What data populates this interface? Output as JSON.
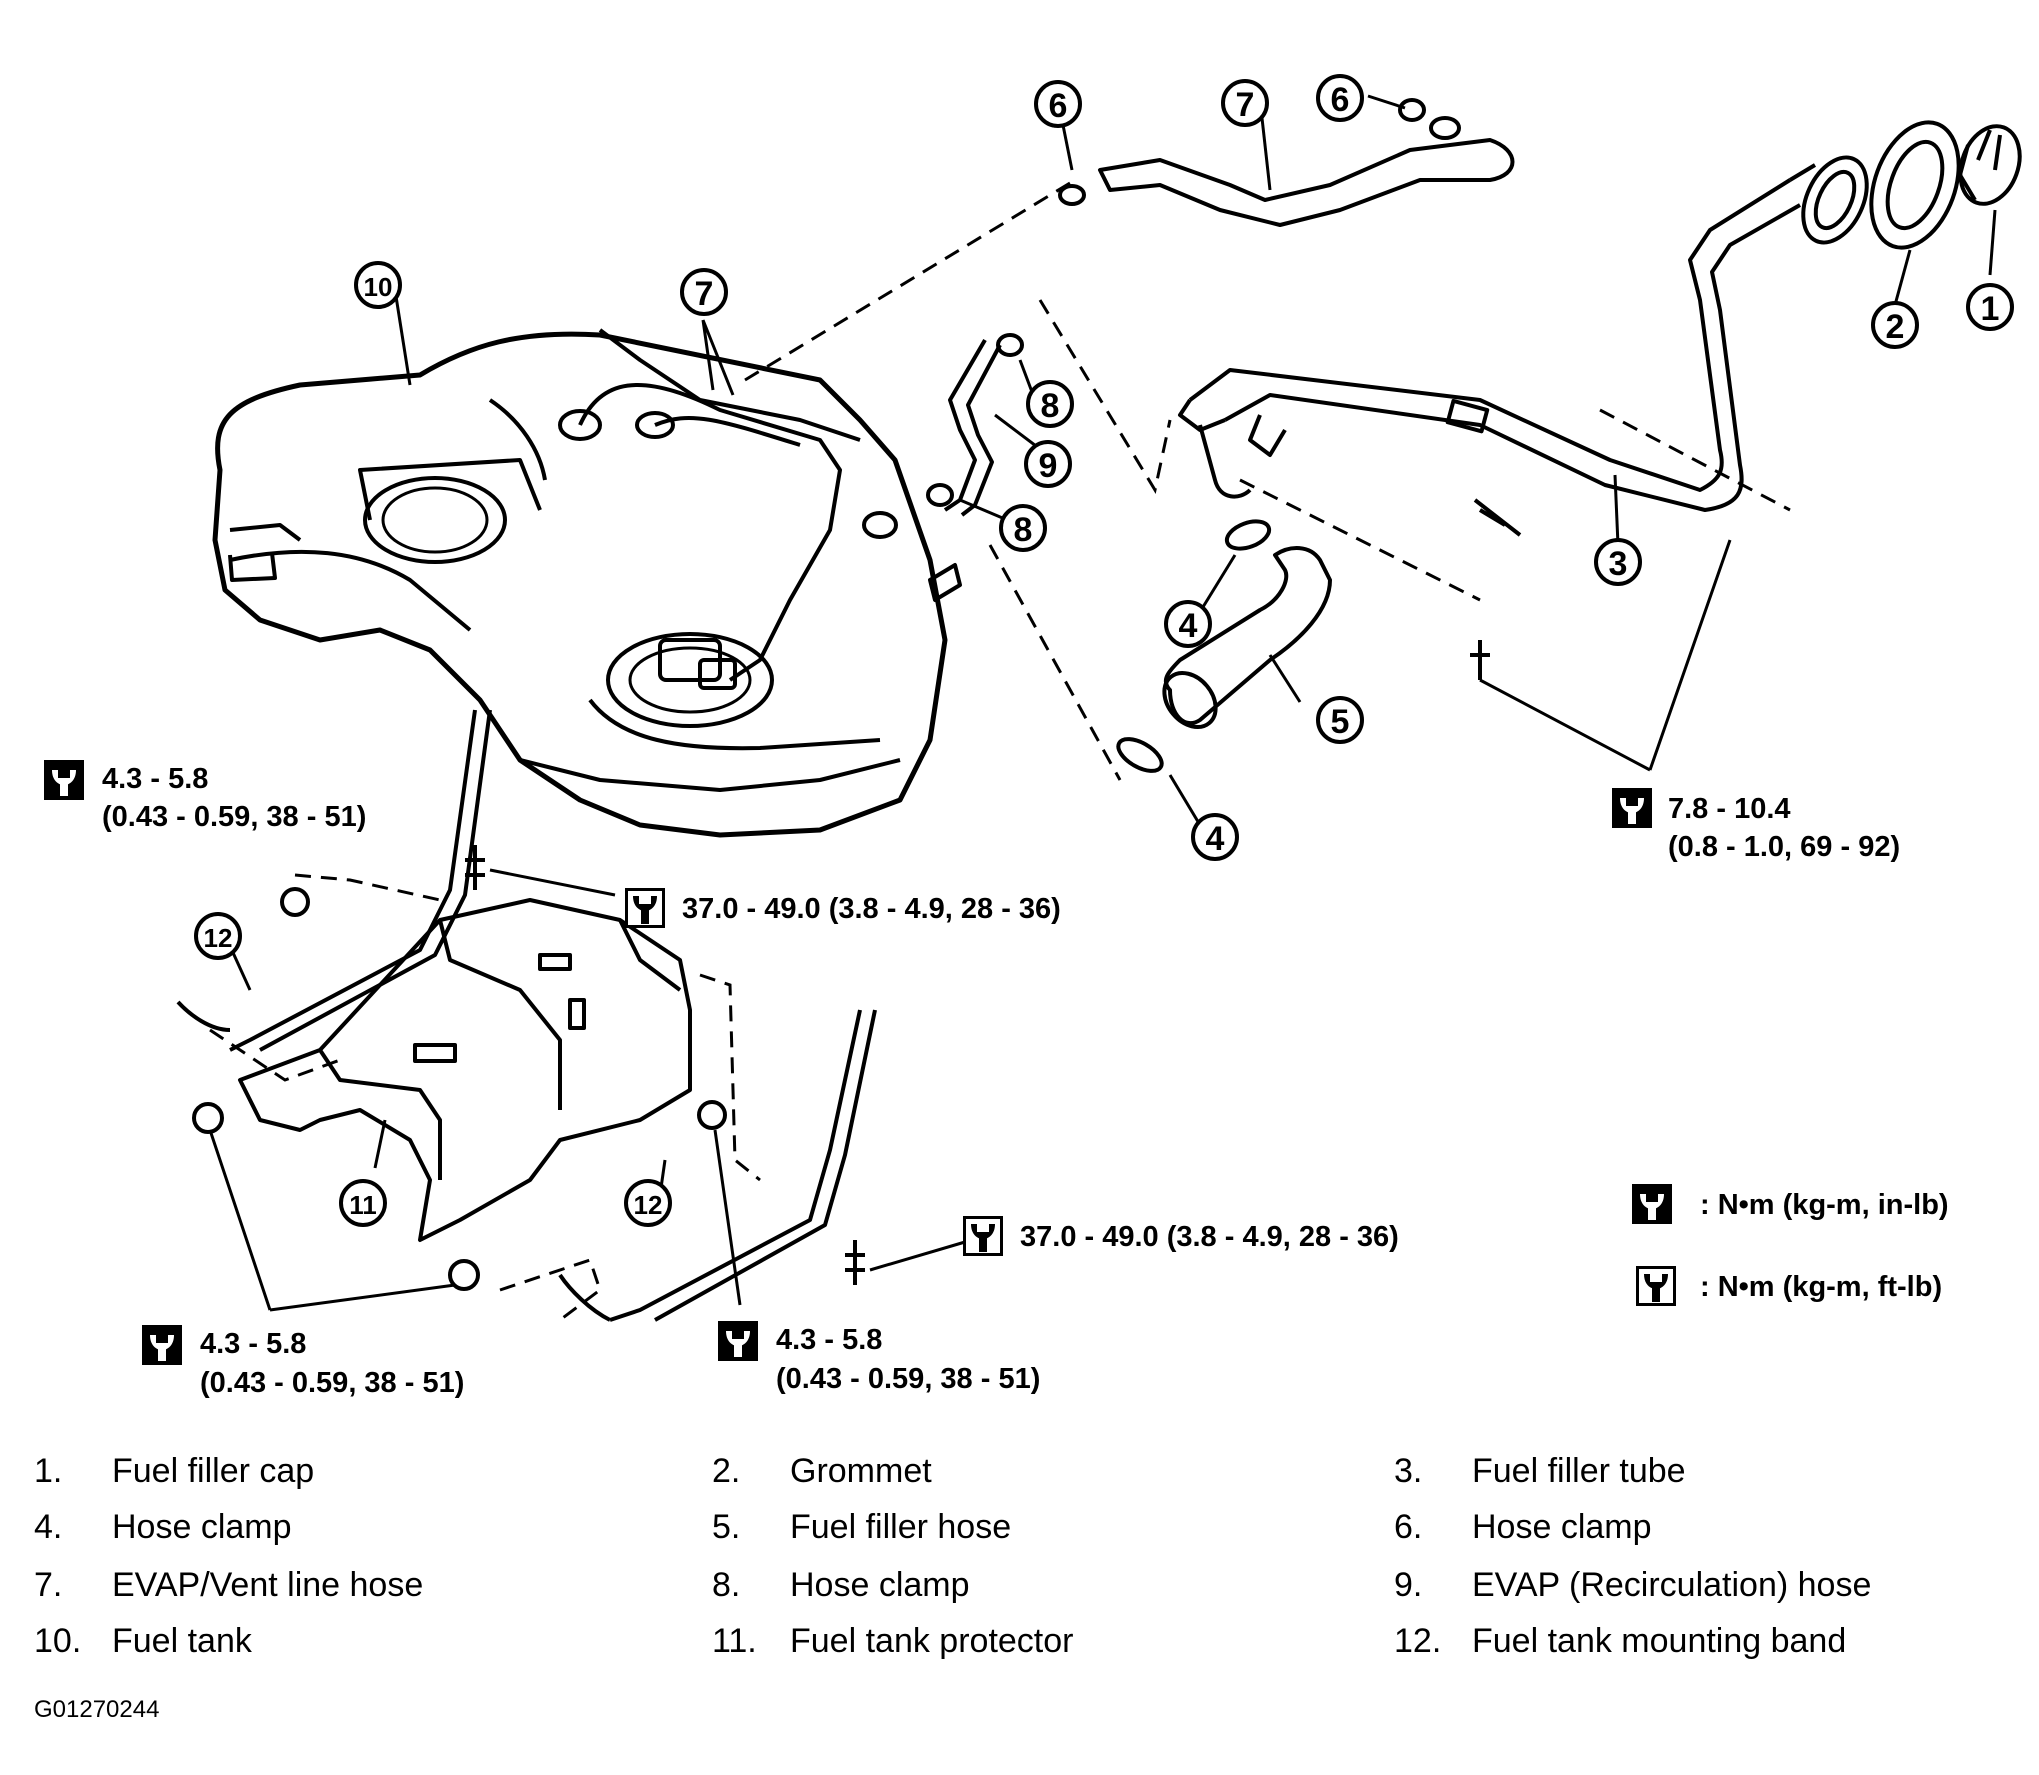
{
  "callouts": {
    "c1": "1",
    "c2": "2",
    "c3": "3",
    "c4a": "4",
    "c4b": "4",
    "c5": "5",
    "c6a": "6",
    "c6b": "6",
    "c7a": "7",
    "c7b": "7",
    "c8a": "8",
    "c8b": "8",
    "c9": "9",
    "c10": "10",
    "c11": "11",
    "c12a": "12",
    "c12b": "12"
  },
  "torque_specs": {
    "left_top": {
      "line1": "4.3 - 5.8",
      "line2": "(0.43 - 0.59, 38 - 51)"
    },
    "center_top": {
      "line1": "37.0 - 49.0 (3.8 - 4.9, 28 - 36)"
    },
    "right": {
      "line1": "7.8 - 10.4",
      "line2": "(0.8 - 1.0, 69 - 92)"
    },
    "center_bottom": {
      "line1": "37.0 - 49.0 (3.8 - 4.9, 28 - 36)"
    },
    "left_bottom": {
      "line1": "4.3 - 5.8",
      "line2": "(0.43 - 0.59, 38 - 51)"
    },
    "mid_bottom": {
      "line1": "4.3 - 5.8",
      "line2": "(0.43 - 0.59, 38 - 51)"
    }
  },
  "key": {
    "in_lb": ": N•m (kg-m, in-lb)",
    "ft_lb": ": N•m (kg-m, ft-lb)"
  },
  "legend": [
    {
      "num": "1.",
      "label": "Fuel filler cap"
    },
    {
      "num": "2.",
      "label": "Grommet"
    },
    {
      "num": "3.",
      "label": "Fuel filler tube"
    },
    {
      "num": "4.",
      "label": "Hose clamp"
    },
    {
      "num": "5.",
      "label": "Fuel filler hose"
    },
    {
      "num": "6.",
      "label": "Hose clamp"
    },
    {
      "num": "7.",
      "label": "EVAP/Vent line hose"
    },
    {
      "num": "8.",
      "label": "Hose clamp"
    },
    {
      "num": "9.",
      "label": "EVAP (Recirculation) hose"
    },
    {
      "num": "10.",
      "label": "Fuel tank"
    },
    {
      "num": "11.",
      "label": "Fuel tank protector"
    },
    {
      "num": "12.",
      "label": "Fuel tank mounting band"
    }
  ],
  "figure_id": "G01270244"
}
